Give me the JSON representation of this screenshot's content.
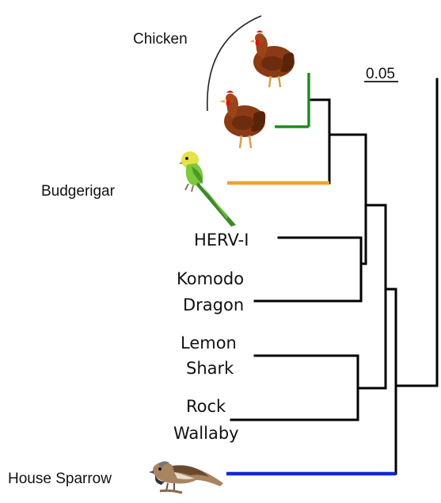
{
  "labels": {
    "chicken": "Chicken",
    "budgerigar": "Budgerigar",
    "herv_i": "HERV-I",
    "komodo_line1": "Komodo",
    "komodo_line2": "Dragon",
    "lemon_line1": "Lemon",
    "lemon_line2": "Shark",
    "rock_line1": "Rock",
    "rock_line2": "Wallaby",
    "house_sparrow": "House Sparrow"
  },
  "scale_bar": {
    "label": "0.05"
  },
  "branch_colors": {
    "chicken_clade": "#1e8a1e",
    "budgerigar": "#f0a030",
    "house_sparrow": "#1428d2",
    "default": "#000000"
  },
  "icons": {
    "chicken_top": "chicken-icon",
    "chicken_bottom": "chicken-icon",
    "budgerigar": "budgerigar-icon",
    "house_sparrow": "house-sparrow-icon"
  }
}
